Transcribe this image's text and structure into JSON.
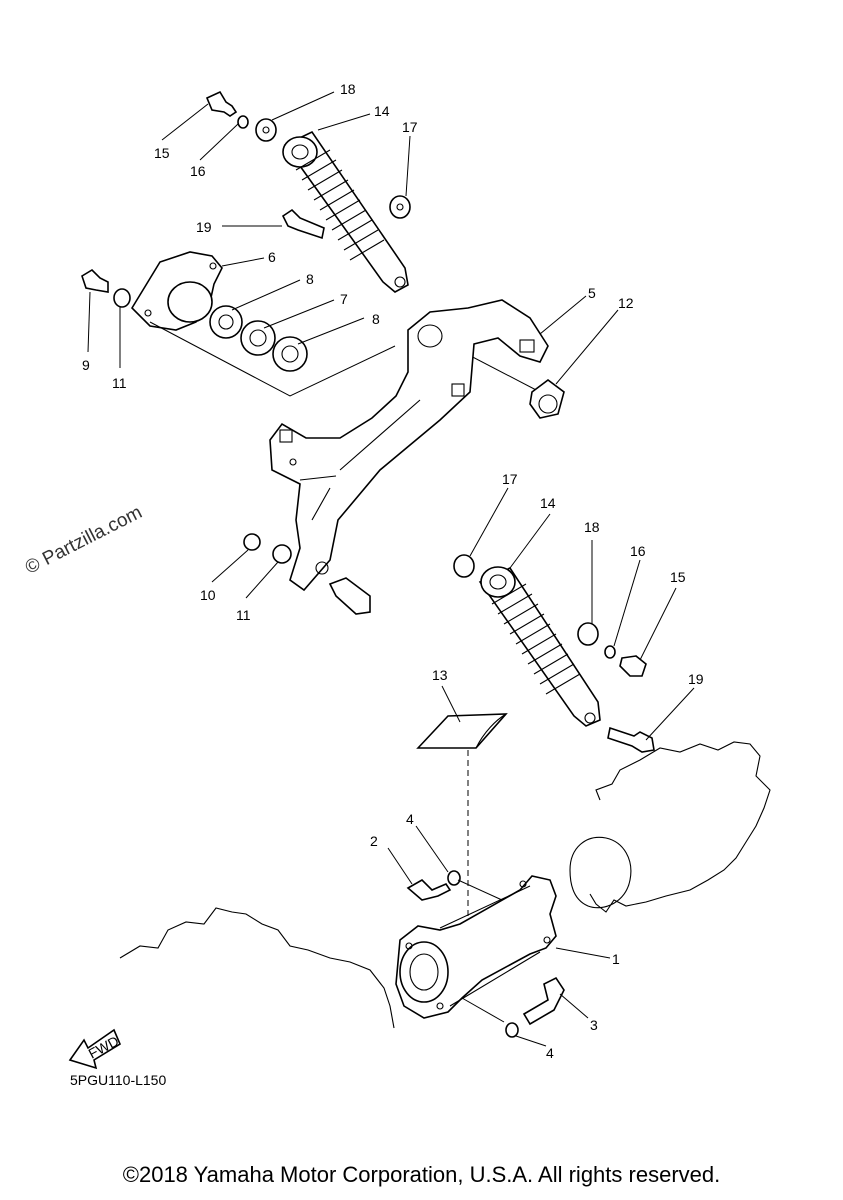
{
  "watermark": "© Partzilla.com",
  "drawing_code": "5PGU110-L150",
  "copyright": "©2018 Yamaha Motor Corporation, U.S.A. All rights reserved.",
  "fwd_label": "FWD",
  "callouts": {
    "c1": "1",
    "c2": "2",
    "c3": "3",
    "c4a": "4",
    "c4b": "4",
    "c5": "5",
    "c6": "6",
    "c7": "7",
    "c8a": "8",
    "c8b": "8",
    "c9": "9",
    "c10": "10",
    "c11a": "11",
    "c11b": "11",
    "c12": "12",
    "c13": "13",
    "c14a": "14",
    "c14b": "14",
    "c15a": "15",
    "c15b": "15",
    "c16a": "16",
    "c16b": "16",
    "c17a": "17",
    "c17b": "17",
    "c18a": "18",
    "c18b": "18",
    "c19a": "19",
    "c19b": "19"
  }
}
